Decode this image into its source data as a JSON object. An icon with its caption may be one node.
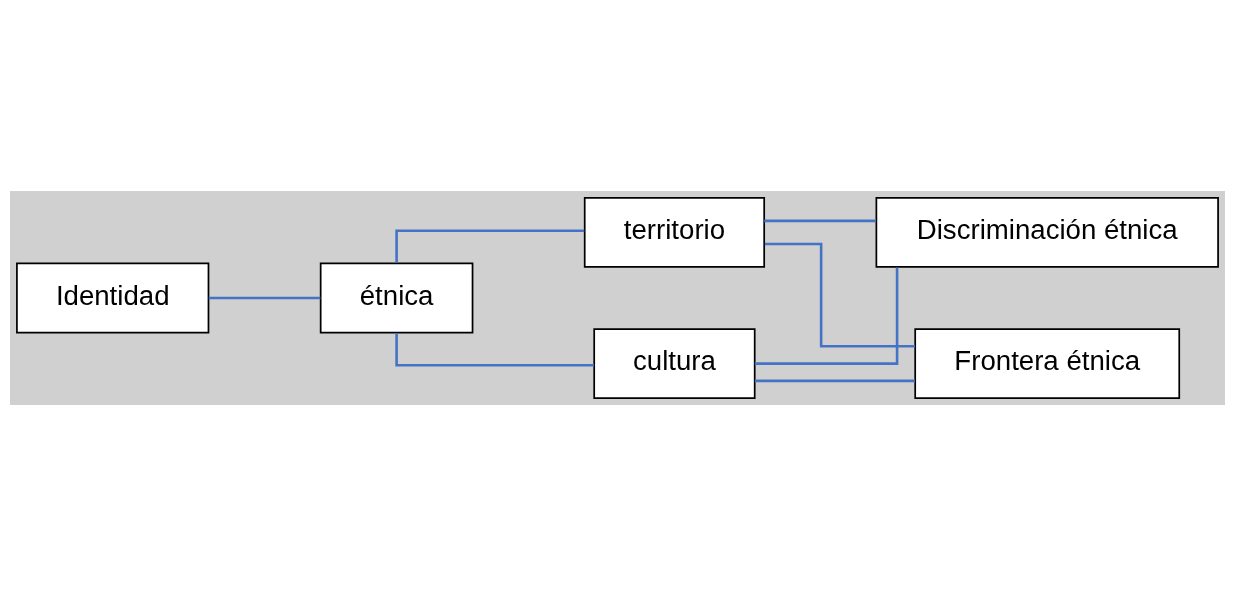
{
  "diagram": {
    "nodes": [
      {
        "text": [
          "Identidad"
        ]
      },
      {
        "text": [
          "étnica"
        ]
      },
      {
        "text": [
          "territorio"
        ]
      },
      {
        "text": [
          "cultura"
        ]
      },
      {
        "text": [
          "Discriminación étnica"
        ]
      },
      {
        "text": [
          "Frontera étnica"
        ]
      }
    ],
    "edges": [
      {
        "from": 0,
        "to": 1,
        "arrow": "none"
      },
      {
        "from": 1,
        "to": 2,
        "arrow": "none"
      },
      {
        "from": 1,
        "to": 3,
        "arrow": "none"
      },
      {
        "from": 2,
        "to": 4,
        "arrow": "none"
      },
      {
        "from": 2,
        "to": 5,
        "arrow": "none"
      },
      {
        "from": 3,
        "to": 4,
        "arrow": "none"
      },
      {
        "from": 3,
        "to": 5,
        "arrow": "none"
      }
    ]
  }
}
